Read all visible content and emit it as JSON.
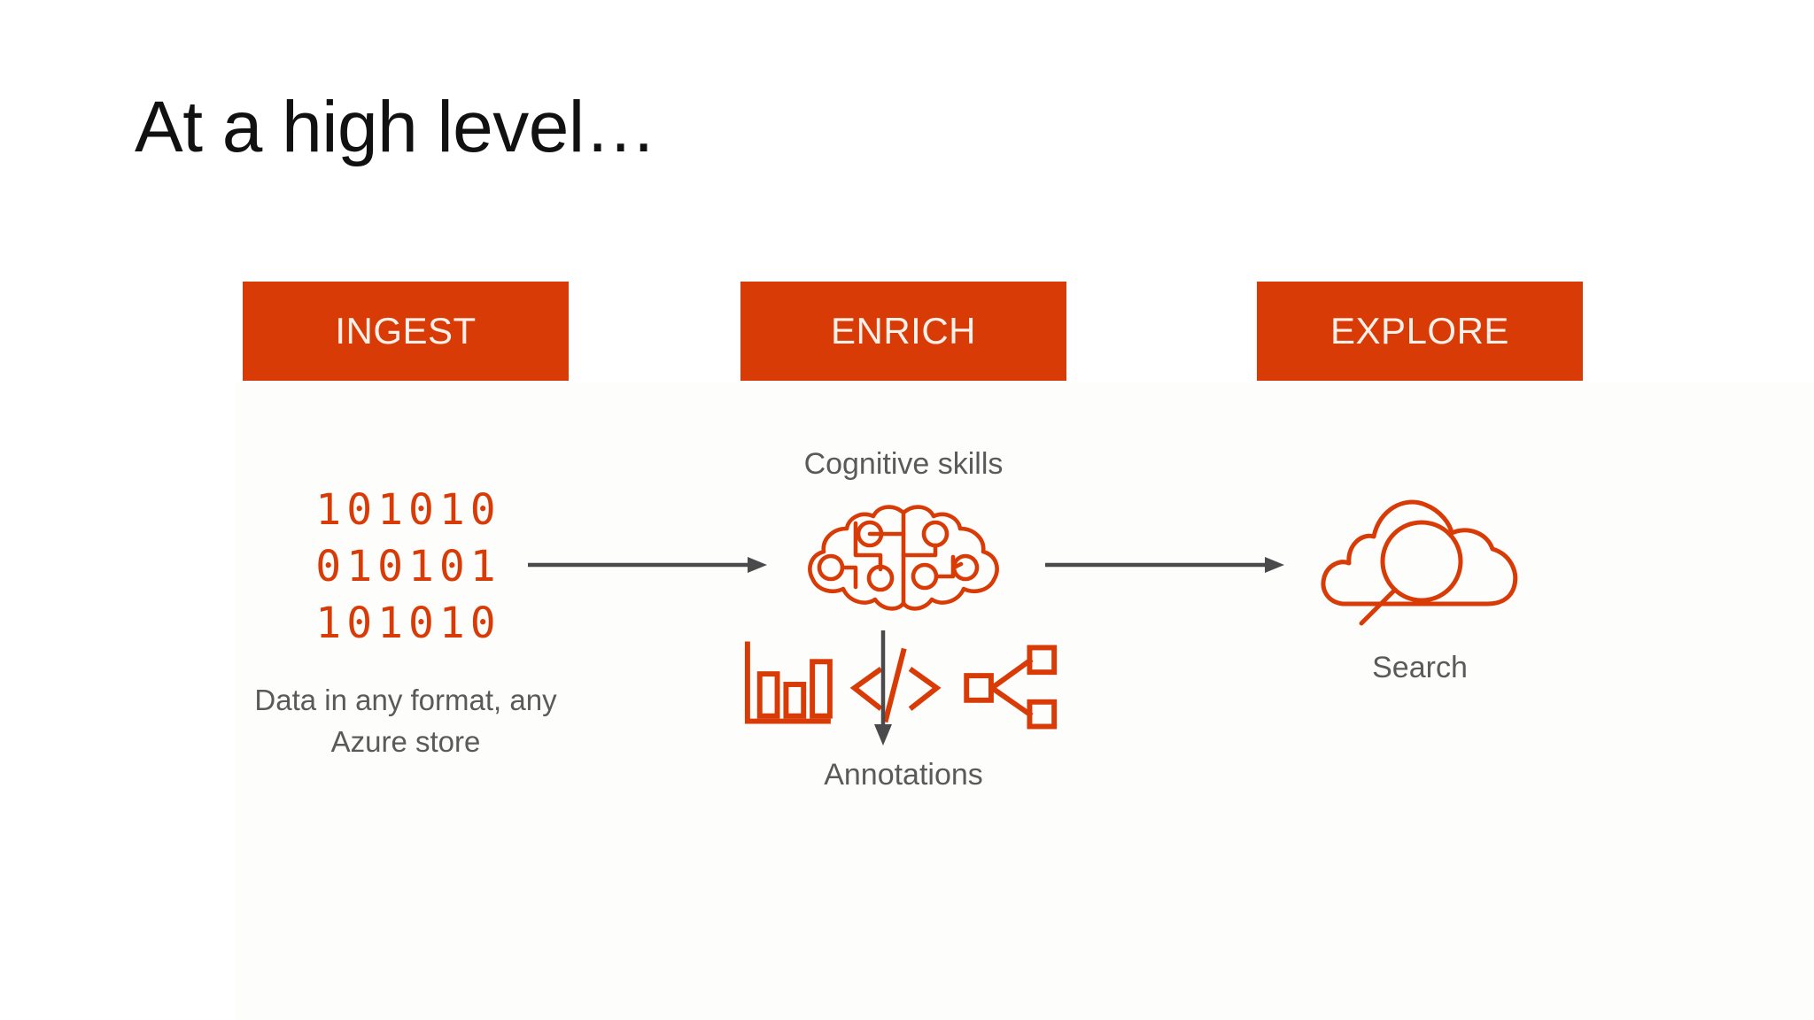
{
  "slide": {
    "title": "At a high level…",
    "background_color": "#ffffff",
    "accent_color": "#d93b07",
    "text_color": "#5a5a5a",
    "title_color": "#111111",
    "arrow_color": "#4a4a4d"
  },
  "stages": [
    {
      "id": "ingest",
      "banner_label": "INGEST",
      "binary_lines": [
        "101010",
        "010101",
        "101010"
      ],
      "caption": "Data in any format, any Azure store"
    },
    {
      "id": "enrich",
      "banner_label": "ENRICH",
      "top_label": "Cognitive skills",
      "icon": "brain-circuit-icon",
      "bottom_label": "Annotations",
      "annotation_icons": [
        "bar-chart-icon",
        "code-brackets-icon",
        "share-nodes-icon"
      ]
    },
    {
      "id": "explore",
      "banner_label": "EXPLORE",
      "icon": "cloud-search-icon",
      "caption": "Search"
    }
  ],
  "arrows": [
    {
      "name": "arrow-ingest-to-enrich",
      "direction": "right"
    },
    {
      "name": "arrow-enrich-to-explore",
      "direction": "right"
    },
    {
      "name": "arrow-enrich-to-annotations",
      "direction": "down"
    }
  ]
}
